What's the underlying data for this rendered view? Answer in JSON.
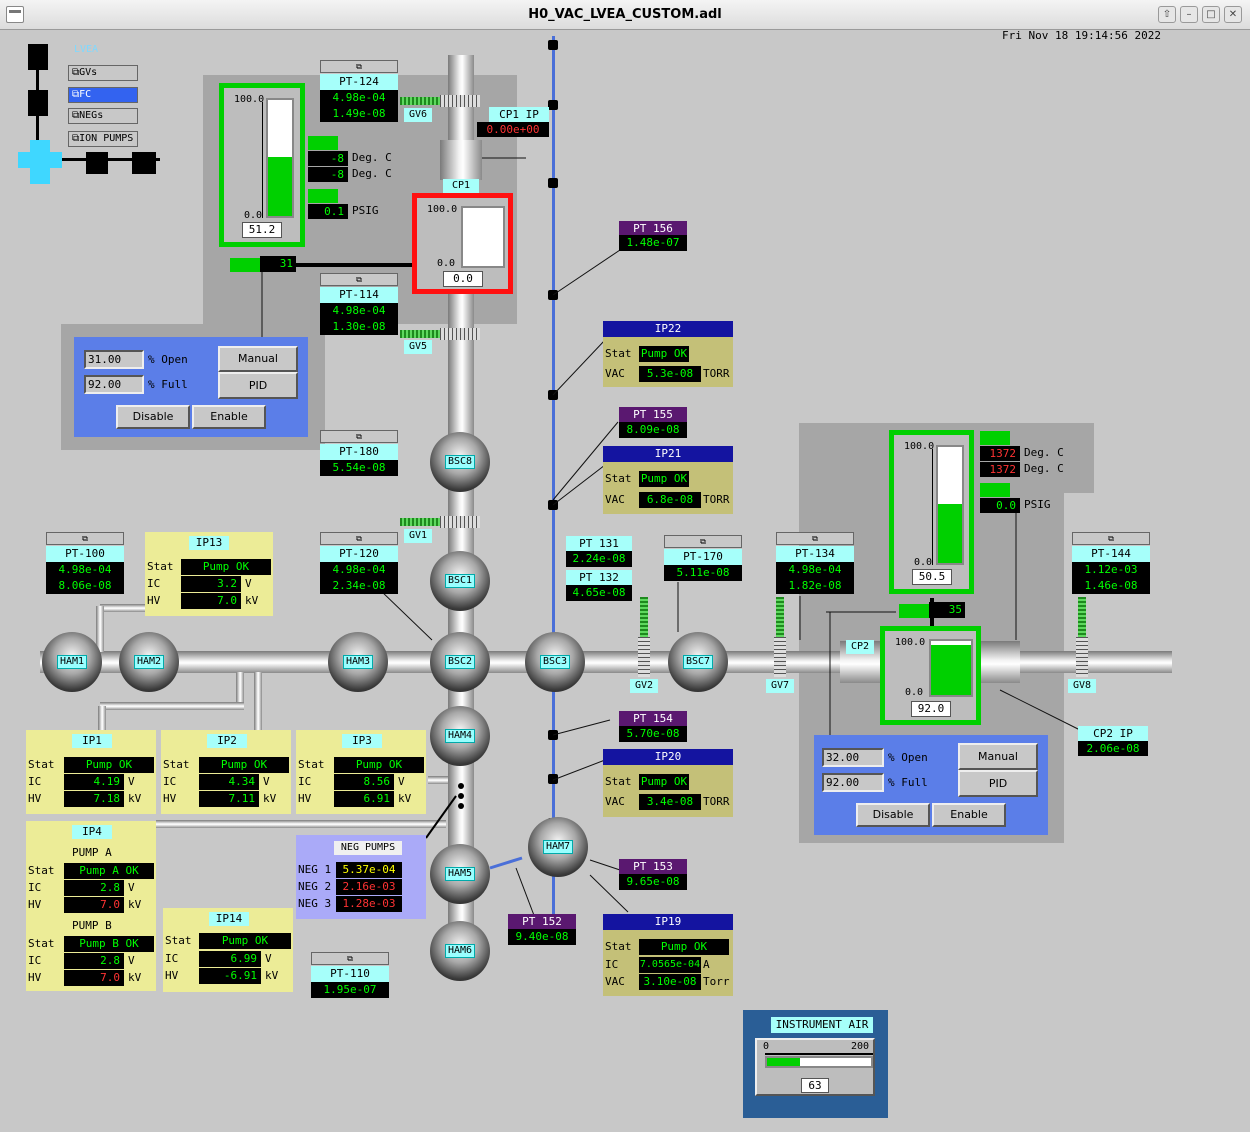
{
  "window": {
    "title": "H0_VAC_LVEA_CUSTOM.adl",
    "controls": [
      "⇧",
      "–",
      "□",
      "✕"
    ]
  },
  "datetime": "Fri Nov 18 19:14:56 2022",
  "nav": {
    "title": "LVEA",
    "buttons": [
      "GVs",
      "FC",
      "NEGs",
      "ION PUMPS"
    ],
    "active": "FC"
  },
  "related_glyph": "⧉",
  "cp1": {
    "tank_max": "100.0",
    "tank_min": "0.0",
    "tank_value": "51.2",
    "tank_level": 0.512,
    "temp1": "-8",
    "temp2": "-8",
    "temp_unit": "Deg. C",
    "pressure": "0.1",
    "pressure_unit": "PSIG",
    "valve_value": "31",
    "label": "CP1",
    "ip_label": "CP1 IP",
    "ip_value": "0.00e+00",
    "alarm_max": "100.0",
    "alarm_min": "0.0",
    "alarm_value": "0.0",
    "alarm_level": 0,
    "open": "31.00",
    "full": "92.00",
    "open_label": "% Open",
    "full_label": "% Full",
    "manual": "Manual",
    "pid": "PID",
    "disable": "Disable",
    "enable": "Enable"
  },
  "cp2": {
    "tank_max": "100.0",
    "tank_min": "0.0",
    "tank_value": "50.5",
    "tank_level": 0.505,
    "temp1": "1372",
    "temp2": "1372",
    "temp_unit": "Deg. C",
    "pressure": "0.0",
    "pressure_unit": "PSIG",
    "valve_value": "35",
    "label": "CP2",
    "ip_label": "CP2 IP",
    "ip_value": "2.06e-08",
    "small_max": "100.0",
    "small_min": "0.0",
    "small_value": "92.0",
    "small_level": 0.92,
    "open": "32.00",
    "full": "92.00",
    "open_label": "% Open",
    "full_label": "% Full",
    "manual": "Manual",
    "pid": "PID",
    "disable": "Disable",
    "enable": "Enable"
  },
  "gauges": {
    "pt124": {
      "name": "PT-124",
      "v1": "4.98e-04",
      "v2": "1.49e-08"
    },
    "pt114": {
      "name": "PT-114",
      "v1": "4.98e-04",
      "v2": "1.30e-08"
    },
    "pt180": {
      "name": "PT-180",
      "v1": "5.54e-08"
    },
    "pt120": {
      "name": "PT-120",
      "v1": "4.98e-04",
      "v2": "2.34e-08"
    },
    "pt100": {
      "name": "PT-100",
      "v1": "4.98e-04",
      "v2": "8.06e-08"
    },
    "pt131": {
      "name": "PT 131",
      "v1": "2.24e-08"
    },
    "pt132": {
      "name": "PT 132",
      "v1": "4.65e-08"
    },
    "pt170": {
      "name": "PT-170",
      "v1": "5.11e-08"
    },
    "pt134": {
      "name": "PT-134",
      "v1": "4.98e-04",
      "v2": "1.82e-08"
    },
    "pt144": {
      "name": "PT-144",
      "v1": "1.12e-03",
      "v2": "1.46e-08"
    },
    "pt110": {
      "name": "PT-110",
      "v1": "1.95e-07"
    },
    "pt156": {
      "name": "PT 156",
      "v1": "1.48e-07"
    },
    "pt155": {
      "name": "PT 155",
      "v1": "8.09e-08"
    },
    "pt154": {
      "name": "PT 154",
      "v1": "5.70e-08"
    },
    "pt153": {
      "name": "PT 153",
      "v1": "9.65e-08"
    },
    "pt152": {
      "name": "PT 152",
      "v1": "9.40e-08"
    }
  },
  "valves": {
    "gv6": "GV6",
    "gv5": "GV5",
    "gv1": "GV1",
    "gv2": "GV2",
    "gv7": "GV7",
    "gv8": "GV8"
  },
  "chambers": {
    "ham1": "HAM1",
    "ham2": "HAM2",
    "ham3": "HAM3",
    "bsc2": "BSC2",
    "bsc3": "BSC3",
    "bsc7": "BSC7",
    "bsc8": "BSC8",
    "bsc1": "BSC1",
    "ham4": "HAM4",
    "ham5": "HAM5",
    "ham6": "HAM6",
    "ham7": "HAM7"
  },
  "labels": {
    "stat": "Stat",
    "ic": "IC",
    "hv": "HV",
    "vac": "VAC",
    "v": "V",
    "kv": "kV",
    "a": "A",
    "torr": "TORR",
    "torr2": "Torr",
    "pump_a": "PUMP A",
    "pump_b": "PUMP B"
  },
  "ip_pumps": {
    "ip13": {
      "title": "IP13",
      "stat": "Pump OK",
      "ic": "3.2",
      "hv": "7.0"
    },
    "ip1": {
      "title": "IP1",
      "stat": "Pump OK",
      "ic": "4.19",
      "hv": "7.18"
    },
    "ip2": {
      "title": "IP2",
      "stat": "Pump OK",
      "ic": "4.34",
      "hv": "7.11"
    },
    "ip3": {
      "title": "IP3",
      "stat": "Pump OK",
      "ic": "8.56",
      "hv": "6.91"
    },
    "ip4": {
      "title": "IP4",
      "stat_a": "Pump A OK",
      "ic_a": "2.8",
      "hv_a": "7.0",
      "stat_b": "Pump B OK",
      "ic_b": "2.8",
      "hv_b": "7.0"
    },
    "ip14": {
      "title": "IP14",
      "stat": "Pump OK",
      "ic": "6.99",
      "hv": "-6.91"
    }
  },
  "ip_right": {
    "ip22": {
      "title": "IP22",
      "stat": "Pump OK",
      "vac": "5.3e-08"
    },
    "ip21": {
      "title": "IP21",
      "stat": "Pump OK",
      "vac": "6.8e-08"
    },
    "ip20": {
      "title": "IP20",
      "stat": "Pump OK",
      "vac": "3.4e-08"
    },
    "ip19": {
      "title": "IP19",
      "stat": "Pump OK",
      "ic": "7.0565e-04",
      "vac": "3.10e-08"
    }
  },
  "neg": {
    "title": "NEG PUMPS",
    "items": [
      {
        "name": "NEG 1",
        "value": "5.37e-04"
      },
      {
        "name": "NEG 2",
        "value": "2.16e-03"
      },
      {
        "name": "NEG 3",
        "value": "1.28e-03"
      }
    ]
  },
  "air": {
    "title": "INSTRUMENT AIR",
    "min": "0",
    "max": "200",
    "value": "63",
    "level": 0.315
  },
  "colors": {
    "ok_green": "#00dd00",
    "alarm_red": "#ff0000",
    "accent_blue": "#3363f0"
  }
}
